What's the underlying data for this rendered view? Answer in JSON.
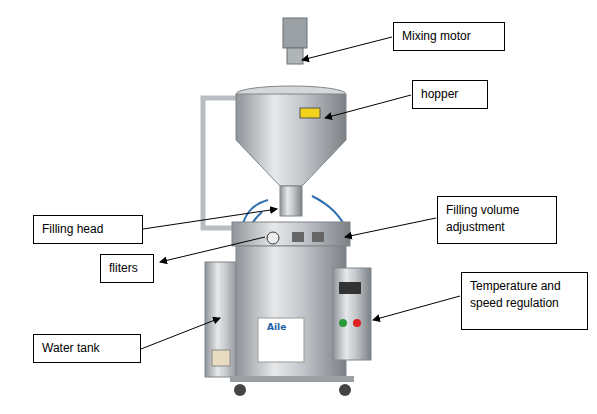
{
  "diagram": {
    "nodes": [
      {
        "text": [
          "Mixing motor"
        ]
      },
      {
        "text": [
          "hopper"
        ]
      },
      {
        "text": [
          "Filling head"
        ]
      },
      {
        "text": [
          "fliters"
        ]
      },
      {
        "text": [
          "Filling volume adjustment"
        ]
      },
      {
        "text": [
          "Temperature and speed regulation"
        ]
      },
      {
        "text": [
          "Water tank"
        ]
      }
    ],
    "labels": [
      "Aile"
    ]
  }
}
